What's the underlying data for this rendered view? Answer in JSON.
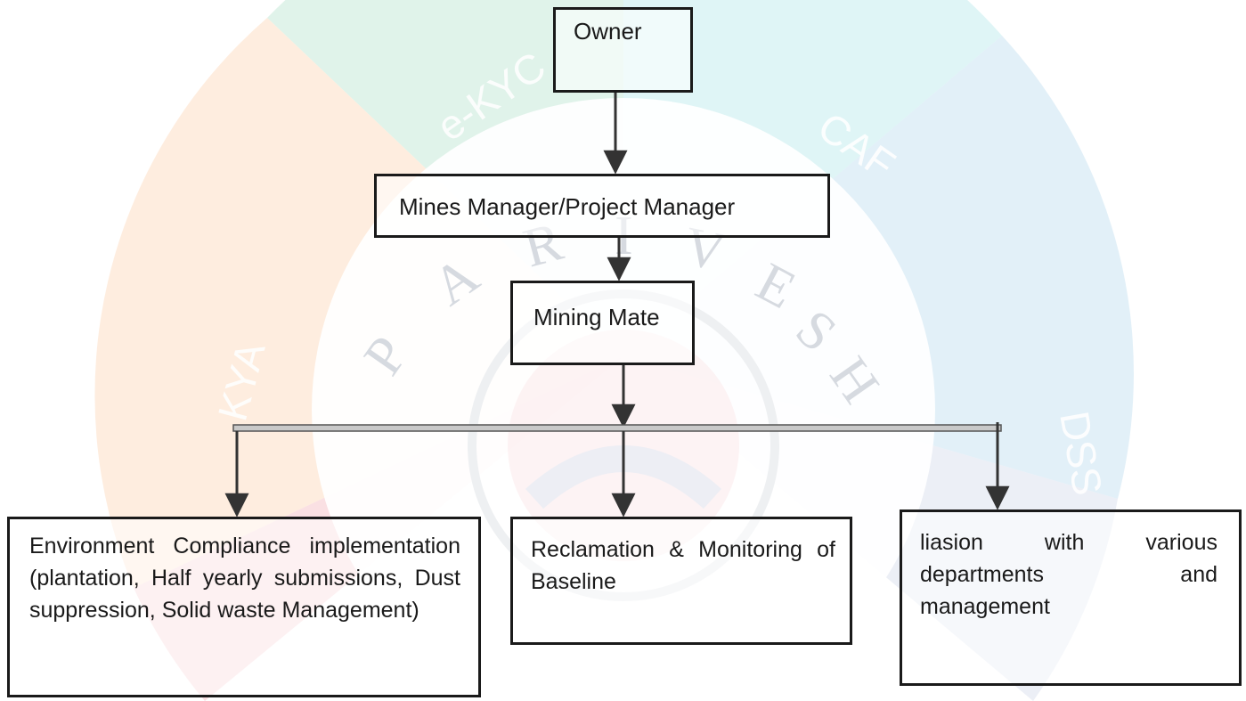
{
  "watermark": {
    "segments": [
      "e-KYC",
      "CAF",
      "KYA",
      "DSS"
    ],
    "brand": "PARIVESH",
    "colors": {
      "green": "#c7e9d8",
      "teal": "#c5ecef",
      "orange": "#fde6d2",
      "blue": "#d2e1ef",
      "red": "#f6ccd0"
    }
  },
  "chart_data": {
    "type": "org-chart",
    "nodes": [
      {
        "id": "owner",
        "label": "Owner"
      },
      {
        "id": "manager",
        "label": "Mines Manager/Project Manager"
      },
      {
        "id": "mate",
        "label": "Mining Mate"
      },
      {
        "id": "env",
        "label": "Environment Compliance implementation (plantation, Half yearly submissions, Dust suppression, Solid waste Management)"
      },
      {
        "id": "reclaim",
        "label": "Reclamation & Monitoring of Baseline"
      },
      {
        "id": "liaison",
        "label": "liasion with various departments and management"
      }
    ],
    "edges": [
      [
        "owner",
        "manager"
      ],
      [
        "manager",
        "mate"
      ],
      [
        "mate",
        "env"
      ],
      [
        "mate",
        "reclaim"
      ],
      [
        "mate",
        "liaison"
      ]
    ]
  }
}
